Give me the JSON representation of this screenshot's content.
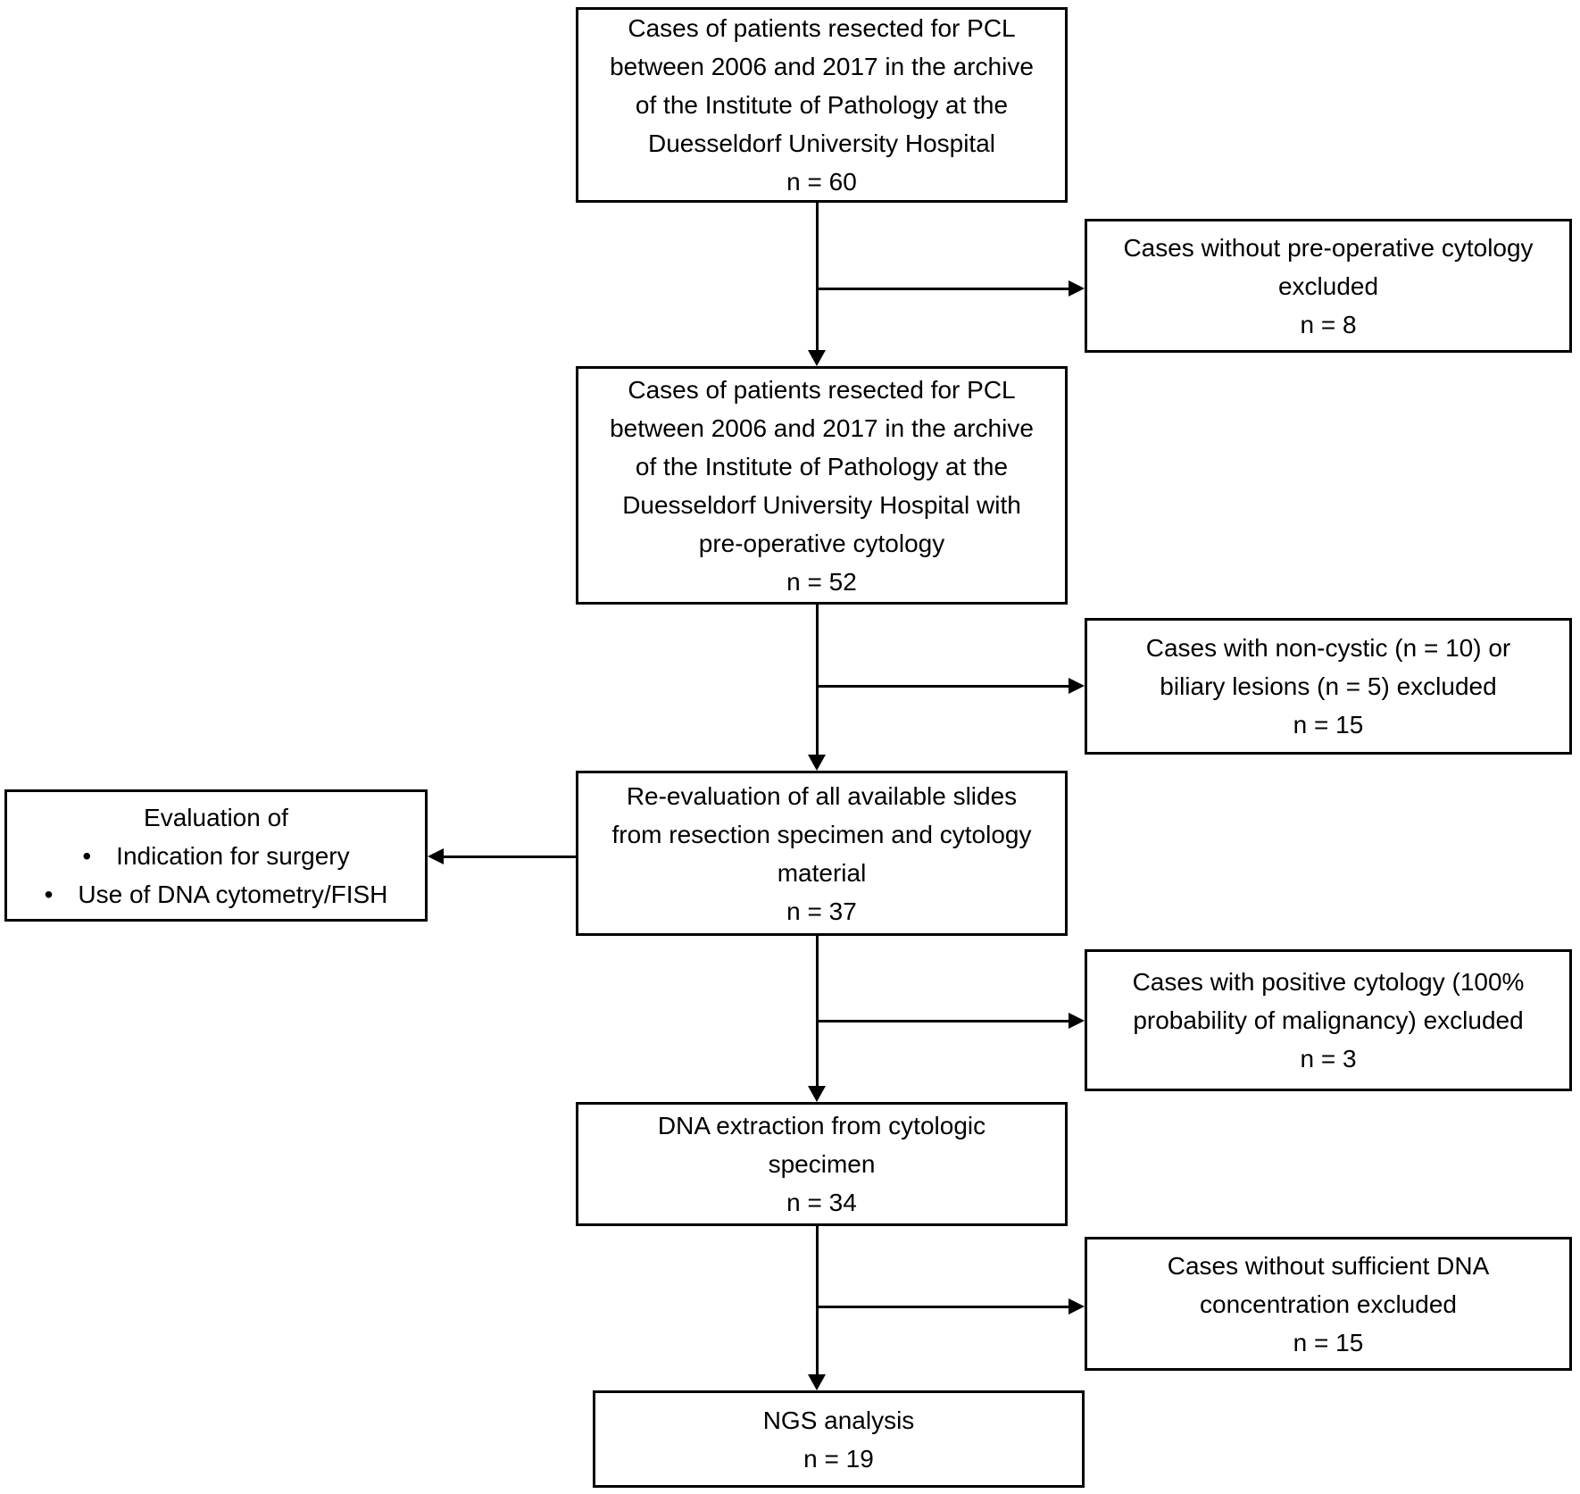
{
  "diagram": {
    "type": "flowchart",
    "colors": {
      "box_border": "#000000",
      "line": "#000000",
      "text": "#000000",
      "background": "#ffffff"
    },
    "nodes": {
      "cases_resected": {
        "text": "Cases of patients resected for PCL\nbetween 2006 and 2017 in the archive\nof the Institute of Pathology at the\nDuesseldorf University Hospital\nn = 60"
      },
      "excluded_no_preop": {
        "text": "Cases without pre-operative cytology\nexcluded\nn = 8"
      },
      "cases_with_preop": {
        "text": "Cases of patients resected for PCL\nbetween 2006 and 2017 in the archive\nof the Institute of Pathology at the\nDuesseldorf University Hospital with\npre-operative cytology\nn = 52"
      },
      "excluded_noncystic": {
        "text": "Cases with non-cystic (n = 10) or\nbiliary lesions (n = 5) excluded\nn = 15"
      },
      "reevaluation": {
        "text": "Re-evaluation of all available slides\nfrom resection specimen and cytology\nmaterial\nn = 37"
      },
      "evaluation": {
        "text": "Evaluation of\n• Indication for surgery\n• Use of DNA cytometry/FISH"
      },
      "excluded_positive": {
        "text": "Cases with positive cytology (100%\nprobability of malignancy) excluded\nn = 3"
      },
      "dna_extraction": {
        "text": "DNA extraction from cytologic\nspecimen\nn = 34"
      },
      "excluded_dna": {
        "text": "Cases without sufficient DNA\nconcentration excluded\nn = 15"
      },
      "ngs_analysis": {
        "text": "NGS analysis\nn = 19"
      }
    },
    "edges": [
      {
        "from": "cases_resected",
        "to": "excluded_no_preop"
      },
      {
        "from": "cases_resected",
        "to": "cases_with_preop"
      },
      {
        "from": "cases_with_preop",
        "to": "excluded_noncystic"
      },
      {
        "from": "cases_with_preop",
        "to": "reevaluation"
      },
      {
        "from": "reevaluation",
        "to": "evaluation"
      },
      {
        "from": "reevaluation",
        "to": "excluded_positive"
      },
      {
        "from": "reevaluation",
        "to": "dna_extraction"
      },
      {
        "from": "dna_extraction",
        "to": "excluded_dna"
      },
      {
        "from": "dna_extraction",
        "to": "ngs_analysis"
      }
    ]
  }
}
